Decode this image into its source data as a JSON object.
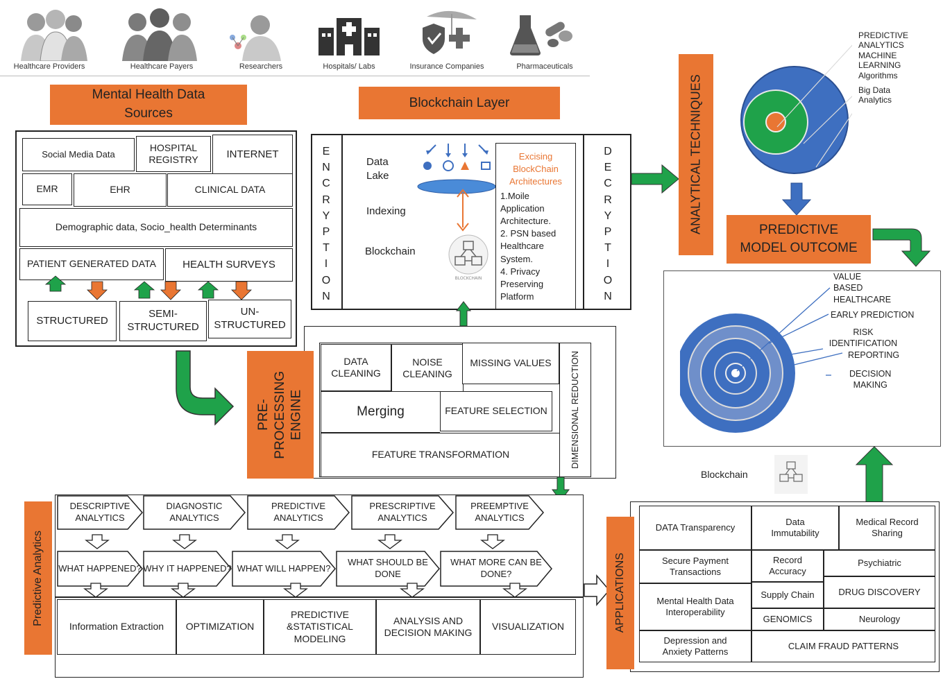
{
  "stakeholders": [
    "Healthcare Providers",
    "Healthcare Payers",
    "Researchers",
    "Hospitals/ Labs",
    "Insurance Companies",
    "Pharmaceuticals"
  ],
  "data_sources": {
    "title_line1": "Mental Health  Data",
    "title_line2": "Sources",
    "social": "Social Media Data",
    "hospital_registry": "HOSPITAL REGISTRY",
    "internet": "INTERNET",
    "emr": "EMR",
    "ehr": "EHR",
    "clinical": "CLINICAL  DATA",
    "demographic": "Demographic data, Socio_health Determinants",
    "patient_generated": "PATIENT GENERATED DATA",
    "health_surveys": "HEALTH SURVEYS",
    "structured": "STRUCTURED",
    "semi": "SEMI- STRUCTURED",
    "un": "UN- STRUCTURED"
  },
  "blockchain_layer": {
    "title": "Blockchain Layer",
    "encryption": [
      "E",
      "N",
      "C",
      "R",
      "Y",
      "P",
      "T",
      "I",
      "O",
      "N"
    ],
    "decryption": [
      "D",
      "E",
      "C",
      "R",
      "Y",
      "P",
      "T",
      "I",
      "O",
      "N"
    ],
    "data_lake": "Data Lake",
    "indexing": "Indexing",
    "blockchain": "Blockchain",
    "existing_title": "Excising BlockChain Architectures",
    "existing_items": [
      "1.Moile Application Architecture.",
      "2. PSN based Healthcare System.",
      "4. Privacy Preserving Platform"
    ],
    "icon_caption": "BLOCKCHAIN"
  },
  "analytical_techniques": "ANALYTICAL TECHNIQUES",
  "techniques_labels": {
    "predictive": [
      "PREDICTIVE",
      "ANALYTICS",
      "MACHINE",
      "LEARNING",
      "Algorithms"
    ],
    "bigdata": [
      "Big Data",
      "Analytics"
    ]
  },
  "predictive_outcome": {
    "line1": "PREDICTIVE",
    "line2": "MODEL OUTCOME"
  },
  "outcome_labels": {
    "value": [
      "VALUE",
      "BASED",
      "HEALTHCARE"
    ],
    "early": "EARLY PREDICTION",
    "risk": [
      "RISK",
      "IDENTIFICATION",
      "REPORTING"
    ],
    "decision": [
      "DECISION",
      "MAKING"
    ]
  },
  "blockchain_label": "Blockchain",
  "preprocessing": {
    "title": [
      "PRE-",
      "PROCESSING",
      "ENGINE"
    ],
    "data_cleaning": "DATA CLEANING",
    "noise_cleaning": "NOISE CLEANING",
    "missing_values": "MISSING VALUES",
    "merging": "Merging",
    "feature_selection": "FEATURE  SELECTION",
    "feature_transformation": "FEATURE TRANSFORMATION",
    "dimensional_reduction": "DIMENSIONAL  REDUCTION"
  },
  "predictive_analytics": {
    "title": "Predictive Analytics",
    "types": [
      "DESCRIPTIVE ANALYTICS",
      "DIAGNOSTIC ANALYTICS",
      "PREDICTIVE ANALYTICS",
      "PRESCRIPTIVE ANALYTICS",
      "PREEMPTIVE ANALYTICS"
    ],
    "questions": [
      "WHAT HAPPENED?",
      "WHY IT HAPPENED?",
      "WHAT WILL HAPPEN?",
      "WHAT SHOULD BE DONE",
      "WHAT MORE CAN  BE  DONE?"
    ],
    "outputs": [
      "Information Extraction",
      "OPTIMIZATION",
      "PREDICTIVE &STATISTICAL MODELING",
      "ANALYSIS AND DECISION MAKING",
      "VISUALIZATION"
    ]
  },
  "applications": {
    "title": "APPLICATIONS",
    "data_transparency": "DATA Transparency",
    "data_immutability": "Data Immutability",
    "medical_record": "Medical Record Sharing",
    "secure_payment": "Secure Payment Transactions",
    "record_accuracy": "Record Accuracy",
    "psychiatric": "Psychiatric",
    "mh_interop": "Mental Health  Data Interoperability",
    "supply_chain": "Supply Chain",
    "drug_discovery": "DRUG DISCOVERY",
    "genomics": "GENOMICS",
    "neurology": "Neurology",
    "depression": "Depression and Anxiety Patterns",
    "claim_fraud": "CLAIM FRAUD  PATTERNS"
  },
  "colors": {
    "orange": "#E97633",
    "green": "#1FA24A",
    "blue": "#3E6FC0",
    "arrow_orange": "#E97633"
  }
}
